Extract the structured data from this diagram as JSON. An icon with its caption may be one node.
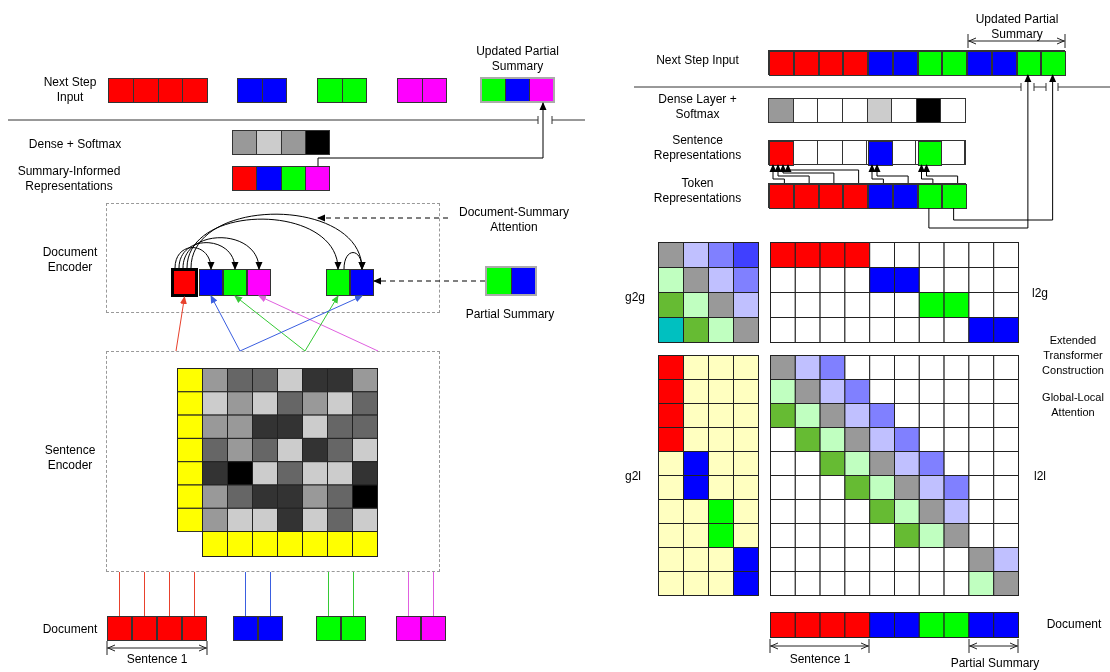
{
  "diagram": {
    "nodes": [
      {
        "text": [
          "Document Encoder"
        ]
      },
      {
        "text": [],
        "shape": "box",
        "in": 0
      },
      {
        "text": [],
        "shape": "box",
        "in": 0
      },
      {
        "text": [],
        "shape": "box",
        "in": 0
      },
      {
        "text": [],
        "shape": "box",
        "in": 0
      },
      {
        "text": [],
        "shape": "box",
        "in": 0
      },
      {
        "text": [],
        "shape": "box",
        "in": 0
      },
      {
        "text": [
          "Document-Summary Attention"
        ]
      },
      {
        "text": [],
        "shape": "bar",
        "beside": [
          "Partial Summary"
        ]
      },
      {
        "text": [
          "Sentence Encoder"
        ]
      },
      {
        "text": [],
        "shape": "box"
      },
      {
        "text": [],
        "shape": "box"
      },
      {
        "text": [],
        "shape": "box"
      },
      {
        "text": [],
        "shape": "box"
      },
      {
        "text": [],
        "shape": "box"
      },
      {
        "text": [],
        "shape": "box"
      },
      {
        "text": [],
        "shape": "box"
      },
      {
        "text": [],
        "shape": "box"
      },
      {
        "text": [],
        "shape": "box"
      },
      {
        "text": [],
        "shape": "box"
      },
      {
        "text": [],
        "shape": "bar"
      },
      {
        "text": [],
        "shape": "bar",
        "beside": [
          "Updated Partial Summary"
        ]
      },
      {
        "text": [],
        "shape": "bar",
        "beside": [
          "Next Step Input"
        ]
      },
      {
        "text": [],
        "shape": "box",
        "in": 22
      },
      {
        "text": [],
        "shape": "box",
        "in": 22
      },
      {
        "text": [],
        "shape": "bar",
        "beside": [
          "Sentence Representations"
        ]
      },
      {
        "text": [],
        "shape": "box",
        "in": 25
      },
      {
        "text": [],
        "shape": "box",
        "in": 25
      },
      {
        "text": [],
        "shape": "box",
        "in": 25
      },
      {
        "text": [],
        "shape": "bar",
        "beside": [
          "Token Representations"
        ]
      },
      {
        "text": [],
        "shape": "box",
        "in": 29
      },
      {
        "text": [],
        "shape": "box",
        "in": 29
      },
      {
        "text": [],
        "shape": "box",
        "in": 29
      },
      {
        "text": [],
        "shape": "box",
        "in": 29
      },
      {
        "text": [],
        "shape": "box",
        "in": 29
      },
      {
        "text": [],
        "shape": "box",
        "in": 29
      },
      {
        "text": [],
        "shape": "box",
        "in": 29
      },
      {
        "text": [],
        "shape": "box",
        "in": 29
      },
      {
        "text": [],
        "shape": "bar"
      },
      {
        "text": [],
        "shape": "bar"
      },
      {
        "text": [],
        "shape": "bar"
      },
      {
        "text": [],
        "shape": "bar"
      },
      {
        "text": [],
        "shape": "bar"
      },
      {
        "text": [],
        "shape": "bar"
      },
      {
        "text": [],
        "shape": "box",
        "in": 22
      },
      {
        "text": [],
        "shape": "box",
        "in": 22
      },
      {
        "text": [],
        "shape": "box",
        "in": 22
      },
      {
        "text": [],
        "shape": "box",
        "in": 22
      },
      {
        "text": [],
        "shape": "box",
        "in": 22
      },
      {
        "text": [],
        "shape": "box",
        "in": 22
      },
      {
        "text": [],
        "shape": "box",
        "in": 22
      },
      {
        "text": [],
        "shape": "box",
        "in": 22
      },
      {
        "text": [],
        "shape": "box",
        "in": 22
      },
      {
        "text": [],
        "shape": "box",
        "in": 22
      }
    ],
    "edges": [
      {
        "from": 1,
        "to": 2,
        "arrow": "to"
      },
      {
        "from": 1,
        "to": 3,
        "arrow": "to"
      },
      {
        "from": 1,
        "to": 4,
        "arrow": "to"
      },
      {
        "from": 1,
        "to": 5,
        "arrow": "to"
      },
      {
        "from": 1,
        "to": 6,
        "arrow": "to"
      },
      {
        "from": 5,
        "to": 6,
        "arrow": "to"
      },
      {
        "from": 7,
        "to": 0,
        "arrow": "to",
        "style": "dashed"
      },
      {
        "from": 8,
        "to": 6,
        "arrow": "to",
        "style": "dashed"
      },
      {
        "from": 9,
        "to": 1,
        "arrow": "to",
        "color": "#e8412c"
      },
      {
        "from": 9,
        "to": 2,
        "arrow": "to",
        "color": "#3a5ee0"
      },
      {
        "from": 9,
        "to": 3,
        "arrow": "to",
        "color": "#35c935"
      },
      {
        "from": 9,
        "to": 4,
        "arrow": "to",
        "color": "#e060e0"
      },
      {
        "from": 9,
        "to": 5,
        "arrow": "to",
        "color": "#35c935"
      },
      {
        "from": 9,
        "to": 6,
        "arrow": "to",
        "color": "#3a5ee0"
      },
      {
        "from": 10,
        "to": 9,
        "arrow": "none",
        "color": "#e8412c"
      },
      {
        "from": 11,
        "to": 9,
        "arrow": "none",
        "color": "#e8412c"
      },
      {
        "from": 12,
        "to": 9,
        "arrow": "none",
        "color": "#e8412c"
      },
      {
        "from": 13,
        "to": 9,
        "arrow": "none",
        "color": "#e8412c"
      },
      {
        "from": 14,
        "to": 9,
        "arrow": "none",
        "color": "#3a5ee0"
      },
      {
        "from": 15,
        "to": 9,
        "arrow": "none",
        "color": "#3a5ee0"
      },
      {
        "from": 16,
        "to": 9,
        "arrow": "none",
        "color": "#35c935"
      },
      {
        "from": 17,
        "to": 9,
        "arrow": "none",
        "color": "#35c935"
      },
      {
        "from": 18,
        "to": 9,
        "arrow": "none",
        "color": "#e060e0"
      },
      {
        "from": 19,
        "to": 9,
        "arrow": "none",
        "color": "#e060e0"
      },
      {
        "from": 20,
        "to": 21,
        "arrow": "to"
      },
      {
        "from": 30,
        "to": 26,
        "arrow": "to"
      },
      {
        "from": 31,
        "to": 26,
        "arrow": "to"
      },
      {
        "from": 32,
        "to": 26,
        "arrow": "to"
      },
      {
        "from": 33,
        "to": 26,
        "arrow": "to"
      },
      {
        "from": 34,
        "to": 27,
        "arrow": "to"
      },
      {
        "from": 35,
        "to": 27,
        "arrow": "to"
      },
      {
        "from": 36,
        "to": 28,
        "arrow": "to"
      },
      {
        "from": 37,
        "to": 28,
        "arrow": "to"
      },
      {
        "from": 36,
        "to": 23,
        "arrow": "to"
      },
      {
        "from": 37,
        "to": 24,
        "arrow": "to"
      }
    ],
    "labels": [
      "Next Step Input",
      "Dense + Softmax",
      "Summary-Informed Representations",
      "Document",
      "Sentence 1",
      "Updated Partial Summary",
      "Dense Layer + Softmax",
      "g2g",
      "l2g",
      "Extended Transformer Construction",
      "Global-Local Attention",
      "g2l",
      "l2l",
      "Document",
      "Sentence 1",
      "Partial Summary"
    ]
  }
}
